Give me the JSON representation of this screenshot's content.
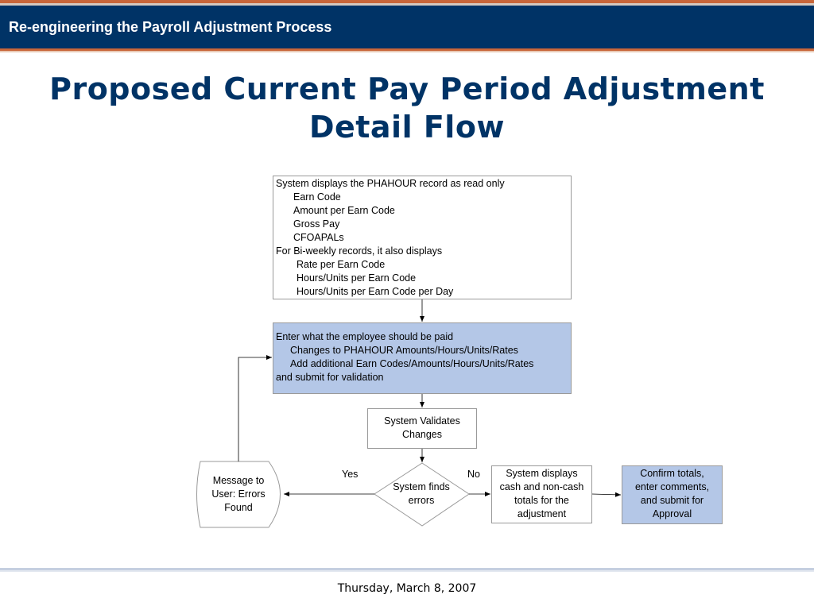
{
  "header": {
    "title": "Re-engineering the Payroll Adjustment Process"
  },
  "slide": {
    "title": "Proposed Current Pay Period Adjustment Detail Flow"
  },
  "flow": {
    "record_box": {
      "lines": [
        "System displays the PHAHOUR record as read only",
        "Earn Code",
        "Amount per Earn Code",
        "Gross Pay",
        "CFOAPALs",
        "For Bi-weekly records, it also displays",
        "Rate per Earn Code",
        "Hours/Units per Earn Code",
        "Hours/Units per Earn Code per Day"
      ]
    },
    "enter_box": {
      "lines": [
        "Enter what the employee should be paid",
        "Changes to PHAHOUR Amounts/Hours/Units/Rates",
        "Add additional Earn Codes/Amounts/Hours/Units/Rates",
        "and submit for validation"
      ]
    },
    "validate_box": {
      "lines": [
        "System Validates",
        "Changes"
      ]
    },
    "decision": {
      "lines": [
        "System finds",
        "errors"
      ]
    },
    "yes_label": "Yes",
    "no_label": "No",
    "message_box": {
      "lines": [
        "Message to",
        "User: Errors",
        "Found"
      ]
    },
    "cash_box": {
      "lines": [
        "System displays",
        "cash and non-cash",
        "totals for the",
        "adjustment"
      ]
    },
    "confirm_box": {
      "lines": [
        "Confirm totals,",
        "enter comments,",
        "and submit for",
        "Approval"
      ]
    }
  },
  "footer": {
    "date": "Thursday, March 8, 2007"
  },
  "colors": {
    "header_bg": "#003366",
    "accent_orange": "#c8663a",
    "title_text": "#003366",
    "highlight_box": "#b4c7e7"
  }
}
